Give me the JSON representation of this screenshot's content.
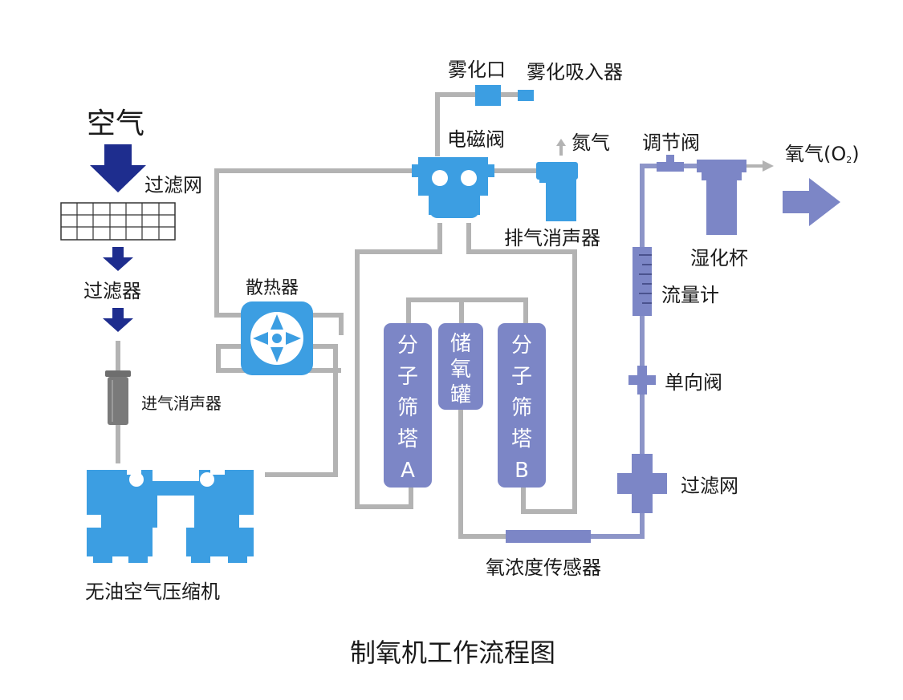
{
  "labels": {
    "air": "空气",
    "filter_net_top": "过滤网",
    "filter": "过滤器",
    "intake_muffler": "进气消声器",
    "compressor": "无油空气压缩机",
    "radiator": "散热器",
    "atomizer_port": "雾化口",
    "atomizer_inhaler": "雾化吸入器",
    "solenoid_valve": "电磁阀",
    "nitrogen": "氮气",
    "exhaust_muffler": "排气消声器",
    "regulating_valve": "调节阀",
    "oxygen": "氧气(O",
    "oxygen_sub": "2",
    "oxygen_close": ")",
    "humidifier": "湿化杯",
    "flowmeter": "流量计",
    "check_valve": "单向阀",
    "filter_net_right": "过滤网",
    "oxygen_sensor": "氧浓度传感器",
    "tower_a": [
      "分",
      "子",
      "筛",
      "塔",
      "A"
    ],
    "storage_tank": [
      "储",
      "氧",
      "罐"
    ],
    "tower_b": [
      "分",
      "子",
      "筛",
      "塔",
      "B"
    ]
  },
  "caption": "制氧机工作流程图",
  "colors": {
    "navy": "#1e2d8e",
    "blue": "#3c9ee2",
    "purple": "#7c86c6",
    "gray_pipe": "#b3b3b3",
    "dark_gray": "#6e6e6e"
  }
}
